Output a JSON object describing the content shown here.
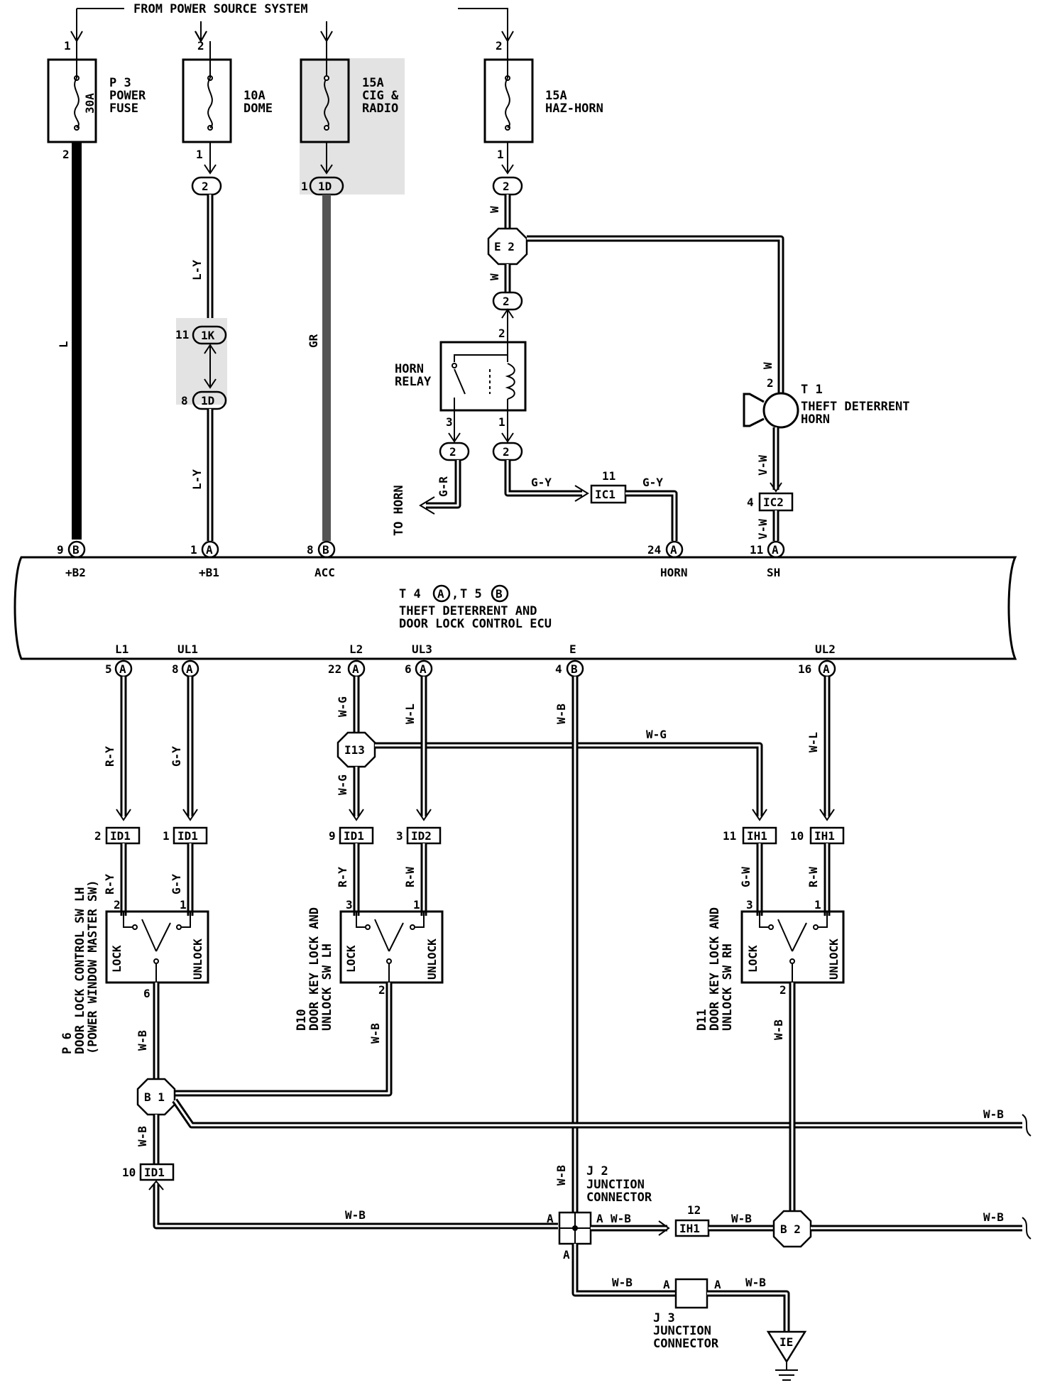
{
  "header": {
    "from_power": "FROM POWER SOURCE SYSTEM"
  },
  "fuses": [
    {
      "id": "p3",
      "name": "P 3",
      "desc1": "POWER",
      "desc2": "FUSE",
      "rating": "30A",
      "pin_top": "1",
      "pin_bot": "2"
    },
    {
      "id": "dome",
      "rating": "10A",
      "desc1": "DOME",
      "pin_top": "2",
      "pin_bot": "1"
    },
    {
      "id": "cig",
      "rating": "15A",
      "desc1": "CIG &",
      "desc2": "RADIO"
    },
    {
      "id": "hazhorn",
      "rating": "15A",
      "desc1": "HAZ-HORN",
      "pin_top": "2",
      "pin_bot": "1"
    }
  ],
  "wires": {
    "L": "L",
    "LY": "L-Y",
    "GR": "GR",
    "W": "W",
    "GR2": "G-R",
    "GY": "G-Y",
    "VW": "V-W",
    "VW2": "V-W",
    "RY": "R-Y",
    "WG": "W-G",
    "WL": "W-L",
    "RW": "R-W",
    "GW": "G-W",
    "WB": "W-B"
  },
  "connectors": {
    "c2": "2",
    "c1k": "1K",
    "c1d": "1D",
    "c1d_pin": "8",
    "c1k_pin": "11",
    "c1d_b": "1D",
    "c1d_b_pin": "1",
    "e2": "E 2",
    "ic1": "IC1",
    "ic1_pin": "11",
    "ic2": "IC2",
    "ic2_pin": "4",
    "i13": "I13",
    "b1": "B 1",
    "b2": "B 2",
    "id1": "ID1",
    "id2": "ID2",
    "ih1": "IH1",
    "ie": "IE"
  },
  "horn_relay": {
    "label1": "HORN",
    "label2": "RELAY",
    "pin_top": "2",
    "pin_left": "3",
    "pin_right": "1"
  },
  "theft_horn": {
    "name": "T 1",
    "label1": "THEFT DETERRENT",
    "label2": "HORN",
    "pin": "2"
  },
  "to_horn": "TO HORN",
  "ecu": {
    "title": "T 4 A , T 5 B",
    "t4": "T 4",
    "t5": "T 5",
    "sepc": ",",
    "name1": "THEFT DETERRENT AND",
    "name2": "DOOR LOCK CONTROL ECU",
    "top_terminals": [
      {
        "pin": "9",
        "conn": "B",
        "name": "+B2"
      },
      {
        "pin": "1",
        "conn": "A",
        "name": "+B1"
      },
      {
        "pin": "8",
        "conn": "B",
        "name": "ACC"
      },
      {
        "pin": "24",
        "conn": "A",
        "name": "HORN"
      },
      {
        "pin": "11",
        "conn": "A",
        "name": "SH"
      }
    ],
    "bottom_terminals": [
      {
        "pin": "5",
        "conn": "A",
        "name": "L1"
      },
      {
        "pin": "8",
        "conn": "A",
        "name": "UL1"
      },
      {
        "pin": "22",
        "conn": "A",
        "name": "L2"
      },
      {
        "pin": "6",
        "conn": "A",
        "name": "UL3"
      },
      {
        "pin": "4",
        "conn": "B",
        "name": "E"
      },
      {
        "pin": "16",
        "conn": "A",
        "name": "UL2"
      }
    ]
  },
  "switches": {
    "p6": {
      "name": "P 6",
      "label1": "DOOR LOCK CONTROL SW LH",
      "label2": "(POWER WINDOW MASTER SW)",
      "lock": "LOCK",
      "unlock": "UNLOCK",
      "pin_l": "2",
      "pin_r": "1",
      "pin_b": "6"
    },
    "d10": {
      "name": "D10",
      "label1": "DOOR KEY LOCK AND",
      "label2": "UNLOCK SW LH",
      "lock": "LOCK",
      "unlock": "UNLOCK",
      "pin_l": "3",
      "pin_r": "1",
      "pin_b": "2"
    },
    "d11": {
      "name": "D11",
      "label1": "DOOR KEY LOCK AND",
      "label2": "UNLOCK SW RH",
      "lock": "LOCK",
      "unlock": "UNLOCK",
      "pin_l": "3",
      "pin_r": "1",
      "pin_b": "2"
    }
  },
  "pins": {
    "id1_2": "2",
    "id1_1": "1",
    "id1_9": "9",
    "id2_3": "3",
    "ih1_11": "11",
    "ih1_10": "10",
    "id1_10": "10",
    "ih1_12": "12"
  },
  "junctions": {
    "j2": {
      "name": "J 2",
      "label1": "JUNCTION",
      "label2": "CONNECTOR",
      "a": "A"
    },
    "j3": {
      "name": "J 3",
      "label1": "JUNCTION",
      "label2": "CONNECTOR",
      "a": "A"
    }
  }
}
